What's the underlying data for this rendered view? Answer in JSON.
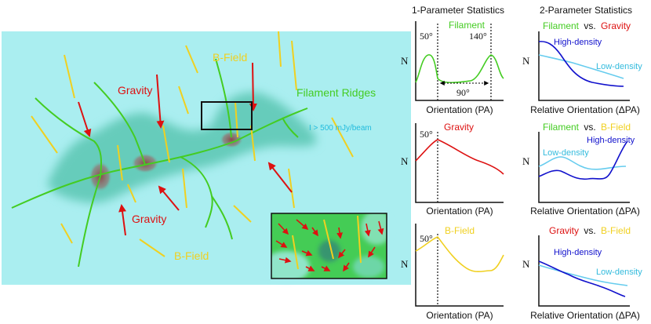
{
  "map": {
    "label_b_field": "B-Field",
    "label_gravity": "Gravity",
    "label_filament_ridges": "Filament Ridges",
    "label_intensity": "I > 500 mJy/beam",
    "colors": {
      "background": "#aaeef0",
      "cloud": "#66ccbb",
      "filament": "#44cc22",
      "bfield": "#f0d020",
      "gravity": "#dd1111",
      "intensity": "#22bbdd"
    }
  },
  "panels": {
    "col1_title": "1-Parameter Statistics",
    "col2_title": "2-Parameter Statistics",
    "n_label": "N",
    "x_label_1": "Orientation (PA)",
    "x_label_2": "Relative Orientation (ΔPA)",
    "vs": "vs.",
    "filament": "Filament",
    "gravity": "Gravity",
    "b_field": "B-Field",
    "high_density": "High-density",
    "low_density": "Low-density",
    "angle_50": "50°",
    "angle_140": "140°",
    "angle_90": "90°"
  }
}
